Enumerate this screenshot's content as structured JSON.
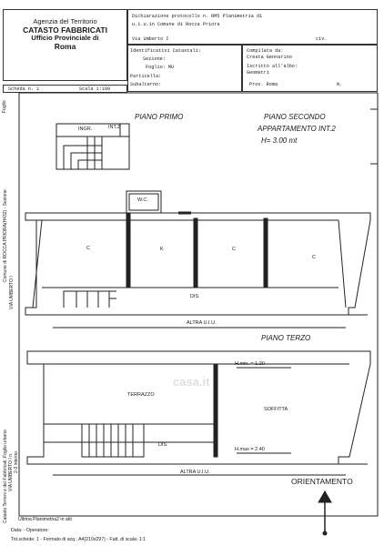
{
  "header": {
    "agency": "Agenzia del Territorio",
    "catasto": "CATASTO FABBRICATI",
    "ufficio": "Ufficio Provinciale di",
    "city": "Roma",
    "dichiarazione_line1": "Dichiarazione protocollo n. RM5 Planimetria di",
    "dichiarazione_line2": "u.i.u.in Comune di Rocca Priora",
    "address": "Via Umberto I",
    "civ": "civ.",
    "identificativi": "Identificativi Catastali:",
    "sezione": "Sezione:",
    "foglio": "Foglio: MU",
    "particella": "Particella:",
    "subalterno": "Subalterno:",
    "compilata": "Compilata da:",
    "compilatore": "Cresta Gennarino",
    "iscritto": "Iscritto all'albo:",
    "albo": "Geometri",
    "prov": "Prov. Roma",
    "n": "N."
  },
  "scheda": {
    "label": "Scheda n. 1",
    "scala": "Scala 1:100"
  },
  "plan": {
    "piano_primo": "PIANO PRIMO",
    "piano_secondo": "PIANO SECONDO",
    "appartamento": "APPARTAMENTO INT.2",
    "altezza": "H= 3.00 mt",
    "ingr": "INGR.",
    "int2": "INT.2",
    "wc": "W.C.",
    "c": "C",
    "k": "K",
    "dis": "DIS.",
    "altra_uiu": "ALTRA U.I.U.",
    "piano_terzo": "PIANO TERZO",
    "terrazzo": "TERRAZZO",
    "soffitta": "SOFFITTA",
    "hmin": "H.min. = 1.20",
    "hmax": "H.max = 2.40",
    "orientamento": "ORIENTAMENTO"
  },
  "side": {
    "foglio": "Foglio",
    "comune": "Comune di ROCCA PRIORA(H432) - Sezione:",
    "via": "VIA UMBERTO I",
    "catasto": "Catasto Terreni e dei Fabbricati, Foglio urbano",
    "via2": "VIA UMBERTO I n.",
    "interno": "2-3 interno"
  },
  "footer": {
    "ultima": "Ultima Planimetria2 in atti",
    "data": "Data: - Operatore:",
    "tot": "Tot.schede: 1 - Formato di acq.: A4(210x297) - Fatt. di scala: 1:1"
  },
  "watermark": "casa.it"
}
